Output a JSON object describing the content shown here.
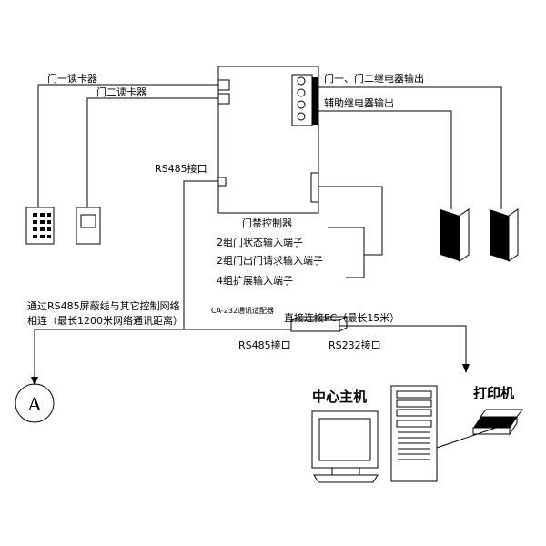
{
  "labels": {
    "reader1": "门一读卡器",
    "reader2": "门二读卡器",
    "rs485_port_top": "RS485接口",
    "relay_output": "门一、门二继电器输出",
    "aux_relay_output": "辅助继电器输出",
    "controller": "门禁控制器",
    "status_input": "2组门状态输入端子",
    "exit_request_input": "2组门出门请求输入端子",
    "expansion_input": "4组扩展输入端子",
    "network_note_line1": "通过RS485屏蔽线与其它控制网络",
    "network_note_line2": "相连（最长1200米网络通讯距离）",
    "adapter": "CA-232通讯适配器",
    "direct_pc": "直接连接PC（最长15米）",
    "rs485_port_bottom": "RS485接口",
    "rs232_port": "RS232接口",
    "host": "中心主机",
    "printer": "打印机",
    "node_a": "A"
  },
  "colors": {
    "line": "#000000",
    "background": "#ffffff"
  }
}
